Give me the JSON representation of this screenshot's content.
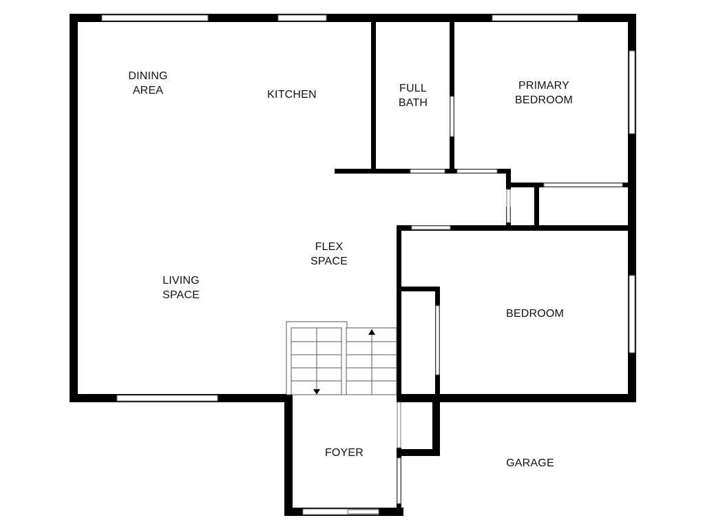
{
  "colors": {
    "wall": "#000000",
    "background": "#ffffff",
    "window": "#7a7a7a"
  },
  "rooms": {
    "dining_area": {
      "line1": "DINING",
      "line2": "AREA"
    },
    "kitchen": {
      "line1": "KITCHEN"
    },
    "full_bath": {
      "line1": "FULL",
      "line2": "BATH"
    },
    "primary_bedroom": {
      "line1": "PRIMARY",
      "line2": "BEDROOM"
    },
    "flex_space": {
      "line1": "FLEX",
      "line2": "SPACE"
    },
    "living_space": {
      "line1": "LIVING",
      "line2": "SPACE"
    },
    "bedroom": {
      "line1": "BEDROOM"
    },
    "foyer": {
      "line1": "FOYER"
    },
    "garage": {
      "line1": "GARAGE"
    }
  },
  "icons": {
    "stairs_down": "arrow-down-icon",
    "stairs_up": "arrow-up-icon"
  }
}
